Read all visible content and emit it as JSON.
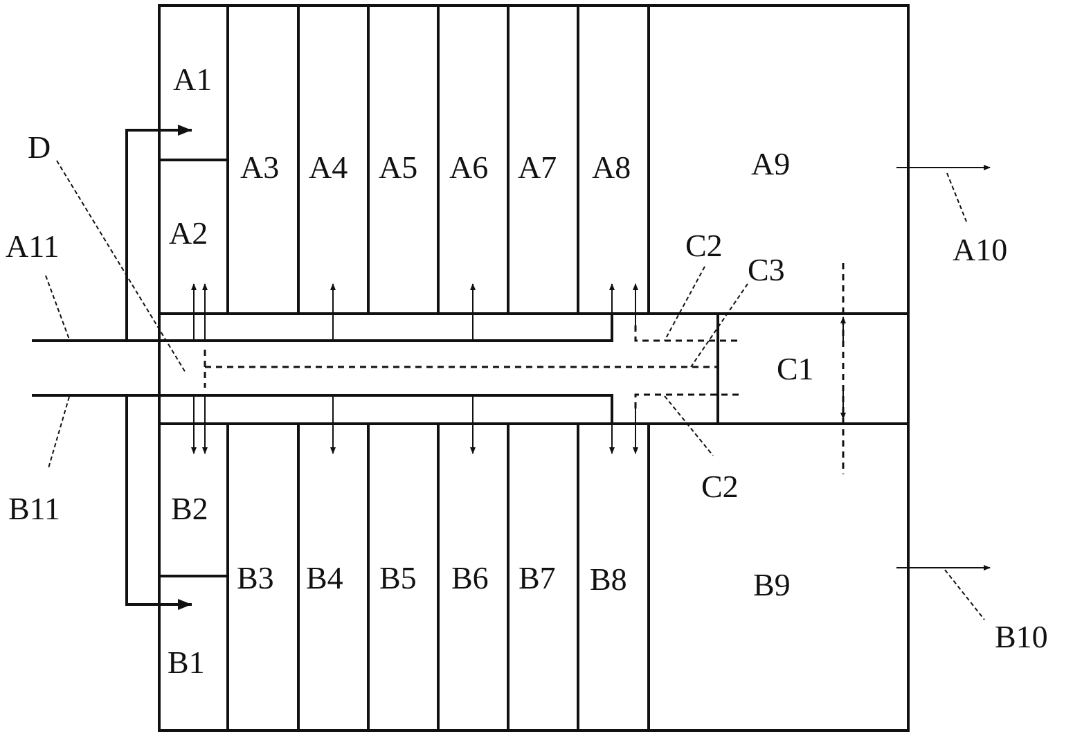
{
  "labels": {
    "A1": "A1",
    "A2": "A2",
    "A3": "A3",
    "A4": "A4",
    "A5": "A5",
    "A6": "A6",
    "A7": "A7",
    "A8": "A8",
    "A9": "A9",
    "A10": "A10",
    "A11": "A11",
    "B1": "B1",
    "B2": "B2",
    "B3": "B3",
    "B4": "B4",
    "B5": "B5",
    "B6": "B6",
    "B7": "B7",
    "B8": "B8",
    "B9": "B9",
    "B10": "B10",
    "B11": "B11",
    "C1": "C1",
    "C2_top": "C2",
    "C2_bottom": "C2",
    "C3": "C3",
    "D": "D"
  },
  "colors": {
    "ink": "#111111",
    "background": "#ffffff"
  }
}
